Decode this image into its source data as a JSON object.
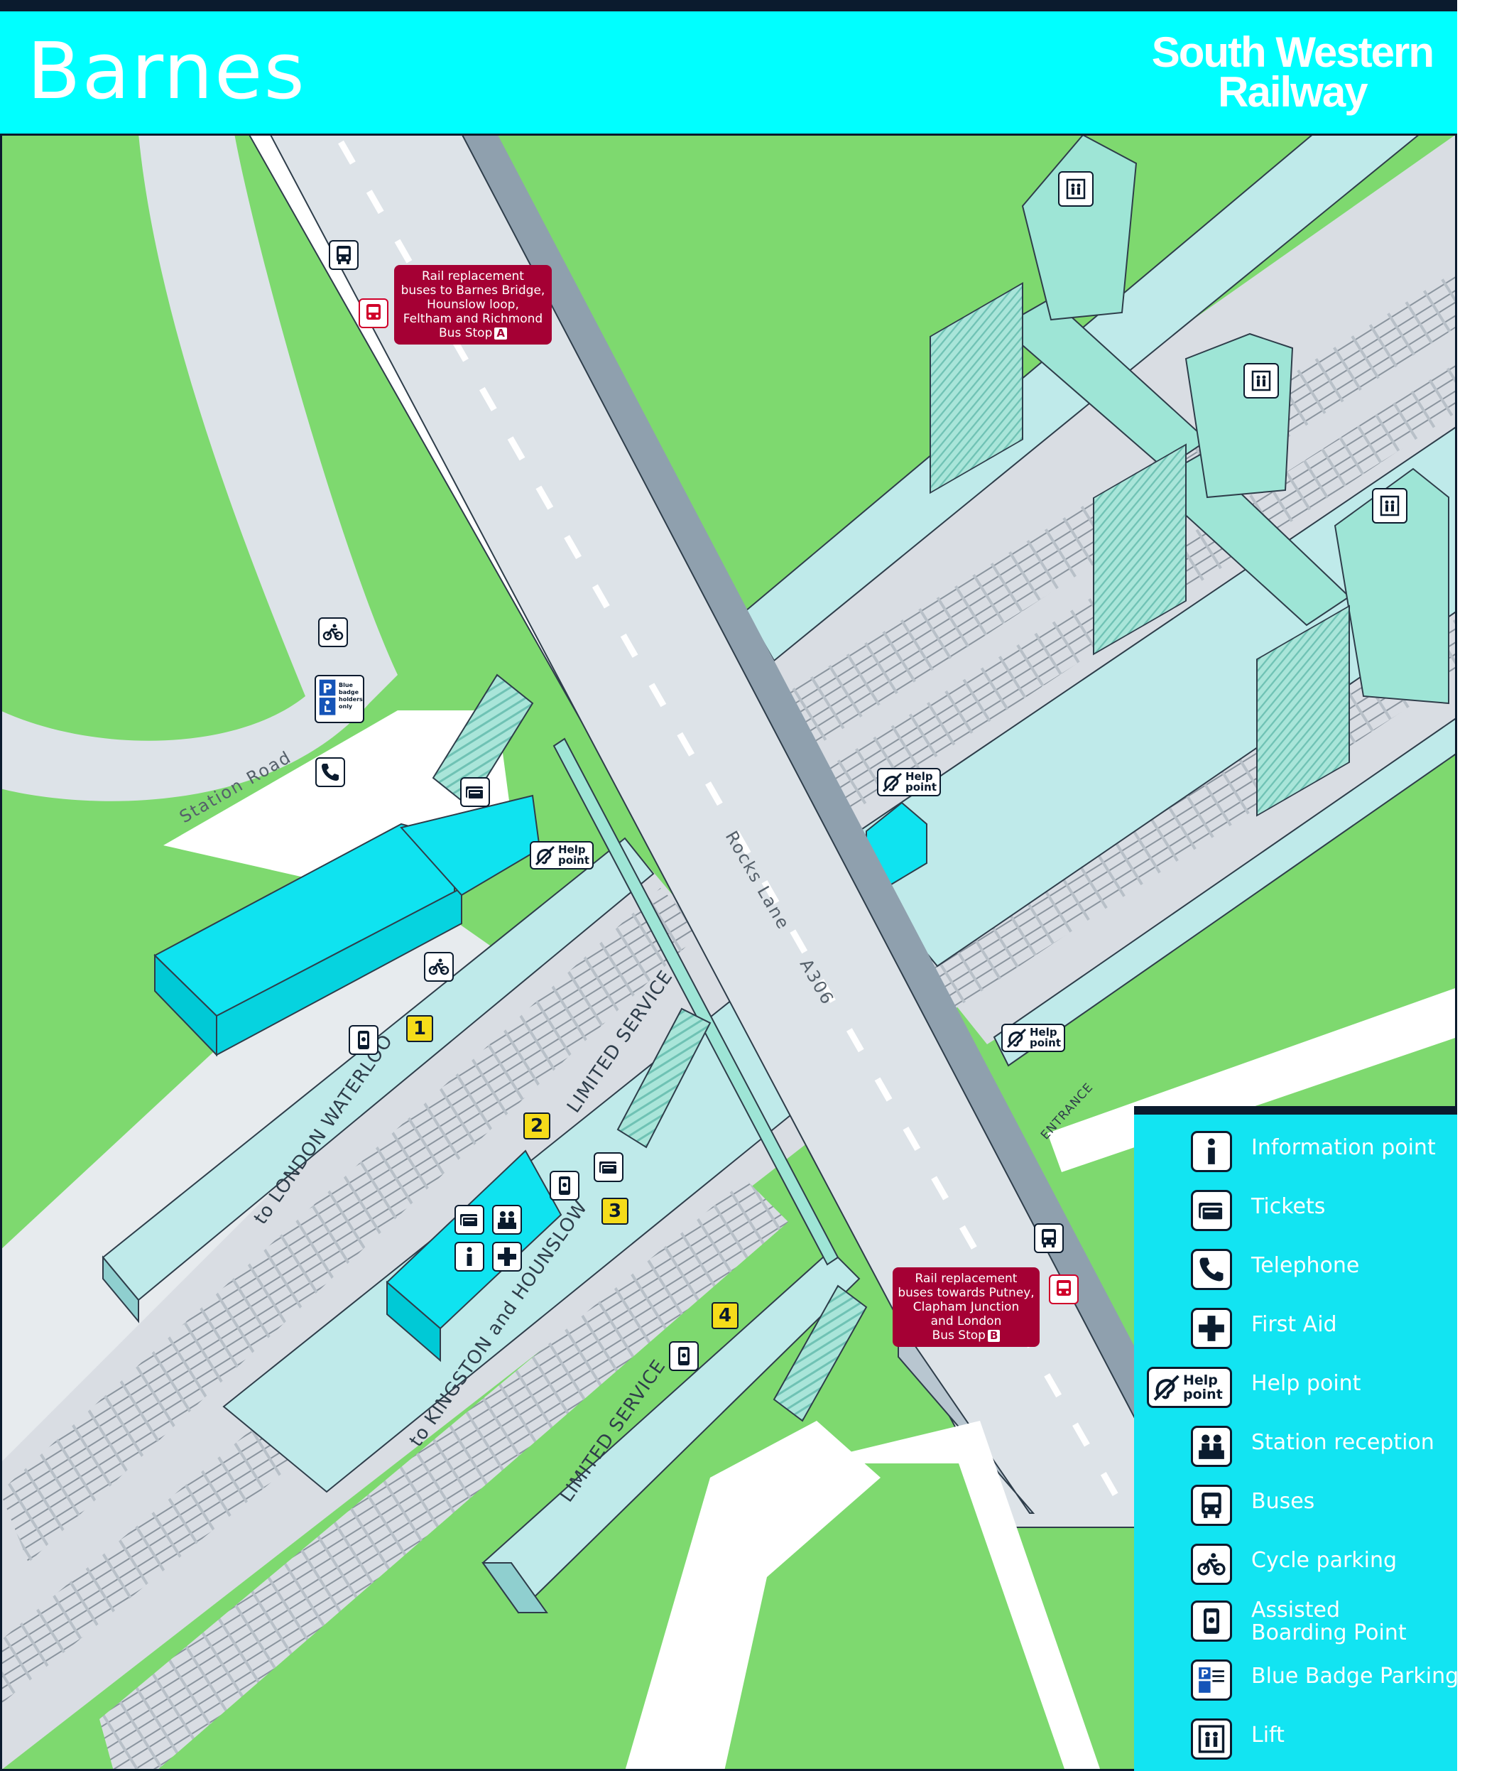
{
  "header": {
    "station_name": "Barnes",
    "operator_line1": "South Western",
    "operator_line2": "Railway"
  },
  "colors": {
    "header": "#00ffff",
    "grass": "#7ed96f",
    "road": "#dde3e8",
    "platform": "#bfeaea",
    "building": "#0fe3f0",
    "legend": "#12e4f2",
    "rail_replacement": "#a50034",
    "platform_number": "#f5dc1a"
  },
  "map": {
    "road_main": "Rocks Lane",
    "road_number": "A306",
    "station_road": "Station Road",
    "entrance": "ENTRANCE",
    "platform_texts": {
      "to_waterloo": "to LONDON WATERLOO",
      "limited_1": "LIMITED SERVICE",
      "to_kingston": "to KINGSTON and HOUNSLOW",
      "limited_2": "LIMITED SERVICE"
    },
    "platforms": [
      "1",
      "2",
      "3",
      "4"
    ],
    "help_point_line1": "Help",
    "help_point_line2": "point",
    "blue_badge_text": "Blue badge holders only",
    "rail_replacement_a": {
      "lines": [
        "Rail replacement",
        "buses to Barnes Bridge,",
        "Hounslow loop,",
        "Feltham and Richmond"
      ],
      "stop_prefix": "Bus Stop",
      "stop_letter": "A"
    },
    "rail_replacement_b": {
      "lines": [
        "Rail replacement",
        "buses towards Putney,",
        "Clapham Junction",
        "and London"
      ],
      "stop_prefix": "Bus Stop",
      "stop_letter": "B"
    }
  },
  "legend": {
    "items": [
      {
        "icon": "information-icon",
        "label": "Information point"
      },
      {
        "icon": "tickets-icon",
        "label": "Tickets"
      },
      {
        "icon": "telephone-icon",
        "label": "Telephone"
      },
      {
        "icon": "first-aid-icon",
        "label": "First Aid"
      },
      {
        "icon": "help-point-icon",
        "label": "Help point"
      },
      {
        "icon": "station-reception-icon",
        "label": "Station reception"
      },
      {
        "icon": "bus-icon",
        "label": "Buses"
      },
      {
        "icon": "cycle-icon",
        "label": "Cycle parking"
      },
      {
        "icon": "assisted-boarding-icon",
        "label": "Assisted Boarding Point"
      },
      {
        "icon": "blue-badge-icon",
        "label": "Blue Badge Parking"
      },
      {
        "icon": "lift-icon",
        "label": "Lift"
      }
    ],
    "assisted_line1": "Assisted",
    "assisted_line2": "Boarding Point"
  }
}
